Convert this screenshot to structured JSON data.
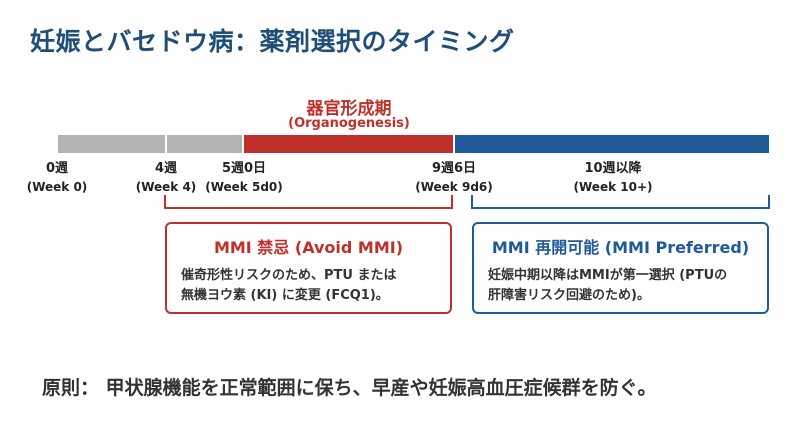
{
  "title": "妊娠とバセドウ病：薬剤選択のタイミング",
  "organogenesis": {
    "label": "器官形成期",
    "en": "(Organogenesis)"
  },
  "timeline": [
    {
      "jp": "0週",
      "en": "(Week 0)"
    },
    {
      "jp": "4週",
      "en": "(Week 4)"
    },
    {
      "jp": "5週0日",
      "en": "(Week 5d0)"
    },
    {
      "jp": "9週6日",
      "en": "(Week 9d6)"
    },
    {
      "jp": "10週以降",
      "en": "(Week 10+)"
    }
  ],
  "avoid": {
    "heading": "MMI 禁忌 (Avoid MMI)",
    "body1": "催奇形性リスクのため、PTU または",
    "body2": "無機ヨウ素 (KI) に変更 (FCQ1)。"
  },
  "preferred": {
    "heading": "MMI 再開可能 (MMI Preferred)",
    "body1": "妊娠中期以降はMMIが第一選択 (PTUの",
    "body2": "肝障害リスク回避のため)。"
  },
  "principle": "原則： 甲状腺機能を正常範囲に保ち、早産や妊娠高血圧症候群を防ぐ。",
  "colors": {
    "red": "#c0302a",
    "blue": "#1f5a9a",
    "gray": "#b3b3b3"
  }
}
